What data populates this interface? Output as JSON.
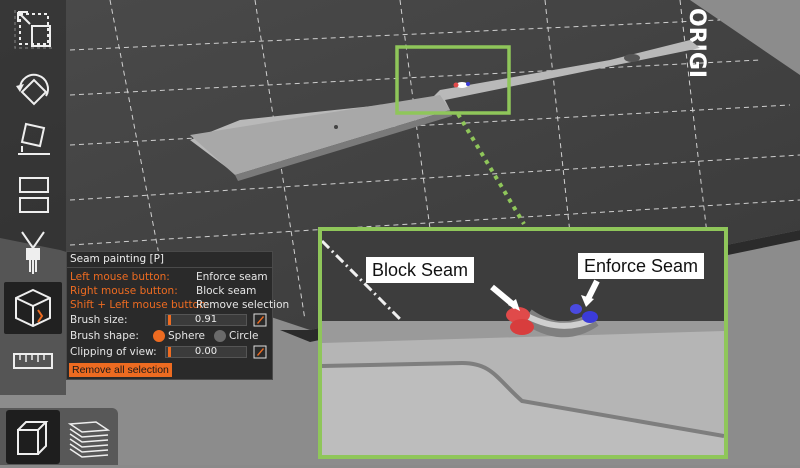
{
  "scene": {
    "bed_label": "ORIGI",
    "colors": {
      "accent": "#ed6b21",
      "highlight": "#8fc65a",
      "enforce": "#3b3bd9",
      "block": "#e04a4a"
    }
  },
  "toolbar": {
    "items": [
      {
        "name": "scale-tool-icon",
        "state": "normal"
      },
      {
        "name": "rotate-tool-icon",
        "state": "normal"
      },
      {
        "name": "place-on-face-icon",
        "state": "normal"
      },
      {
        "name": "cut-tool-icon",
        "state": "normal"
      },
      {
        "name": "support-painting-icon",
        "state": "normal"
      },
      {
        "name": "seam-painting-icon",
        "state": "active"
      },
      {
        "name": "measure-tool-icon",
        "state": "normal"
      }
    ]
  },
  "bottom_bar": {
    "buttons": [
      {
        "name": "3d-view-icon",
        "state": "active"
      },
      {
        "name": "layers-view-icon",
        "state": "normal"
      }
    ]
  },
  "seam_panel": {
    "title": "Seam painting [P]",
    "shortcuts": [
      {
        "key": "Left mouse button:",
        "action": "Enforce seam"
      },
      {
        "key": "Right mouse button:",
        "action": "Block seam"
      },
      {
        "key": "Shift + Left mouse button:",
        "action": "Remove selection"
      }
    ],
    "brush_size": {
      "label": "Brush size:",
      "value": "0.91"
    },
    "brush_shape": {
      "label": "Brush shape:",
      "options": [
        "Sphere",
        "Circle"
      ],
      "selected": "Sphere"
    },
    "clipping": {
      "label": "Clipping of view:",
      "value": "0.00"
    },
    "remove_all_label": "Remove all selection"
  },
  "zoom": {
    "block_label": "Block Seam",
    "enforce_label": "Enforce Seam"
  }
}
